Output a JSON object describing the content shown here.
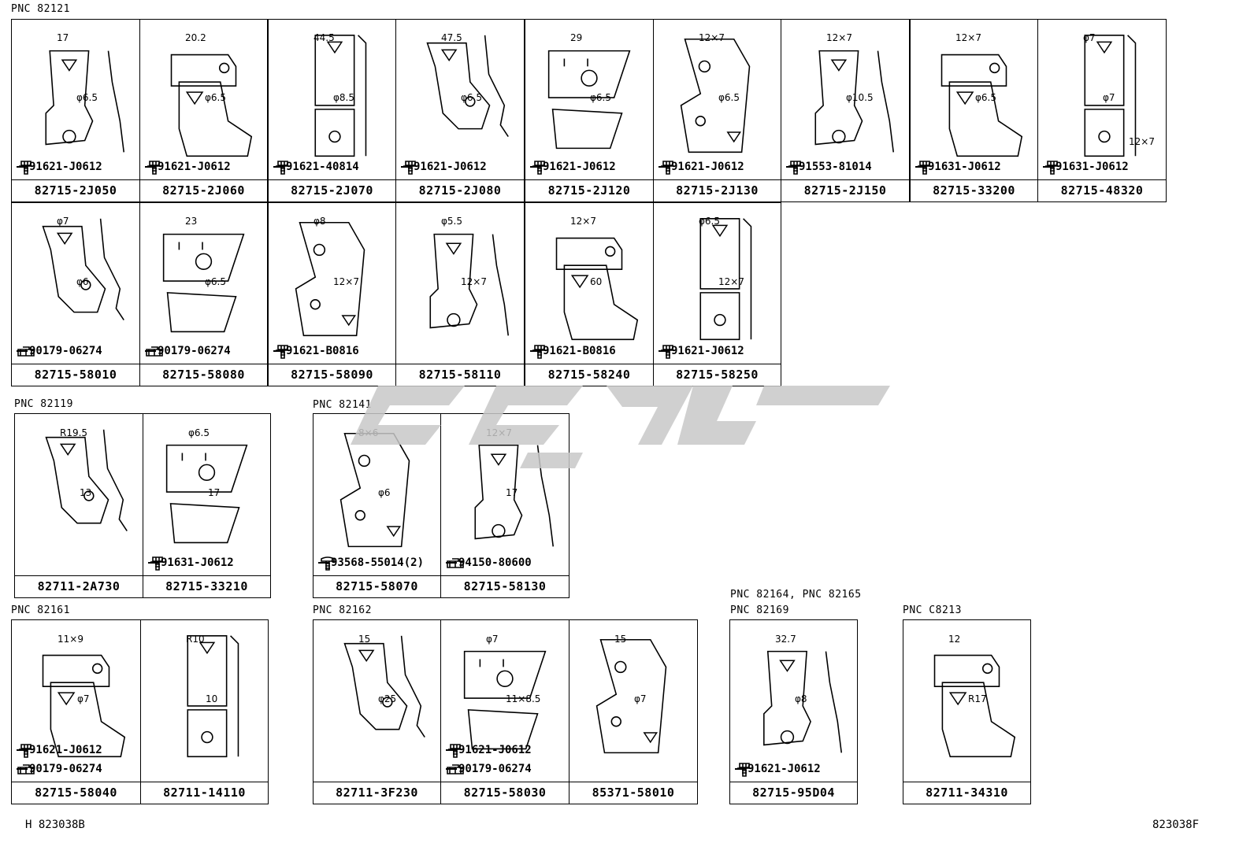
{
  "colors": {
    "line": "#000000",
    "watermark": "#c8c8c8",
    "background": "#ffffff"
  },
  "pnc_labels": {
    "g1": "PNC 82121",
    "g2": "PNC 82119",
    "g3": "PNC 82141",
    "g4": "PNC 82161",
    "g5": "PNC 82162",
    "g6a": "PNC 82164, PNC 82165",
    "g6b": "PNC 82169",
    "g7": "PNC C8213"
  },
  "cells": [
    {
      "part": "82715-2J050",
      "fastener": "91621-J0612",
      "icon": "bolt-icon",
      "dims": [
        "17",
        "φ6.5"
      ]
    },
    {
      "part": "82715-2J060",
      "fastener": "91621-J0612",
      "icon": "bolt-icon",
      "dims": [
        "20.2",
        "φ6.5"
      ]
    },
    {
      "part": "82715-2J070",
      "fastener": "91621-40814",
      "icon": "bolt-icon",
      "dims": [
        "44.5",
        "φ8.5"
      ]
    },
    {
      "part": "82715-2J080",
      "fastener": "91621-J0612",
      "icon": "bolt-icon",
      "dims": [
        "47.5",
        "φ6.5"
      ]
    },
    {
      "part": "82715-2J120",
      "fastener": "91621-J0612",
      "icon": "bolt-icon",
      "dims": [
        "29",
        "φ6.5"
      ]
    },
    {
      "part": "82715-2J130",
      "fastener": "91621-J0612",
      "icon": "bolt-icon",
      "dims": [
        "12×7",
        "φ6.5"
      ]
    },
    {
      "part": "82715-2J150",
      "fastener": "91553-81014",
      "icon": "bolt-icon",
      "dims": [
        "12×7",
        "φ10.5"
      ]
    },
    {
      "part": "82715-33200",
      "fastener": "91631-J0612",
      "icon": "bolt-icon",
      "dims": [
        "12×7",
        "φ6.5"
      ]
    },
    {
      "part": "82715-48320",
      "fastener": "91631-J0612",
      "icon": "bolt-icon",
      "dims": [
        "φ7",
        "φ7",
        "12×7"
      ]
    },
    {
      "part": "82715-58010",
      "fastener": "90179-06274",
      "icon": "nut-icon",
      "dims": [
        "φ7",
        "φ6"
      ]
    },
    {
      "part": "82715-58080",
      "fastener": "90179-06274",
      "icon": "nut-icon",
      "dims": [
        "23",
        "φ6.5"
      ]
    },
    {
      "part": "82715-58090",
      "fastener": "91621-B0816",
      "icon": "bolt-icon",
      "dims": [
        "φ8",
        "12×7"
      ]
    },
    {
      "part": "82715-58110",
      "fastener": "",
      "icon": "",
      "dims": [
        "φ5.5",
        "12×7"
      ]
    },
    {
      "part": "82715-58240",
      "fastener": "91621-B0816",
      "icon": "bolt-icon",
      "dims": [
        "12×7",
        "60"
      ]
    },
    {
      "part": "82715-58250",
      "fastener": "91621-J0612",
      "icon": "bolt-icon",
      "dims": [
        "φ6.5",
        "12×7"
      ]
    },
    {
      "part": "82711-2A730",
      "fastener": "",
      "icon": "",
      "dims": [
        "R19.5",
        "13"
      ]
    },
    {
      "part": "82715-33210",
      "fastener": "91631-J0612",
      "icon": "bolt-icon",
      "dims": [
        "φ6.5",
        "17"
      ]
    },
    {
      "part": "82715-58070",
      "fastener": "93568-55014(2)",
      "icon": "screw-icon",
      "dims": [
        "8×6",
        "φ6"
      ]
    },
    {
      "part": "82715-58130",
      "fastener": "94150-80600",
      "icon": "nut-icon",
      "dims": [
        "12×7",
        "17"
      ]
    },
    {
      "part": "82715-58040",
      "fastener": "91621-J0612",
      "fastener2": "90179-06274",
      "icon": "bolt-icon",
      "icon2": "nut-icon",
      "dims": [
        "11×9",
        "φ7"
      ]
    },
    {
      "part": "82711-14110",
      "fastener": "",
      "icon": "",
      "dims": [
        "R10",
        "10"
      ]
    },
    {
      "part": "82711-3F230",
      "fastener": "",
      "icon": "",
      "dims": [
        "15",
        "φ25"
      ]
    },
    {
      "part": "82715-58030",
      "fastener": "91621-J0612",
      "fastener2": "90179-06274",
      "icon": "bolt-icon",
      "icon2": "nut-icon",
      "dims": [
        "φ7",
        "11×8.5"
      ]
    },
    {
      "part": "85371-58010",
      "fastener": "",
      "icon": "",
      "dims": [
        "15",
        "φ7"
      ]
    },
    {
      "part": "82715-95D04",
      "fastener": "91621-J0612",
      "icon": "bolt-icon",
      "dims": [
        "32.7",
        "φ8"
      ]
    },
    {
      "part": "82711-34310",
      "fastener": "",
      "icon": "",
      "dims": [
        "12",
        "R17"
      ]
    }
  ],
  "footer": {
    "left": "H 823038B",
    "right": "823038F"
  }
}
